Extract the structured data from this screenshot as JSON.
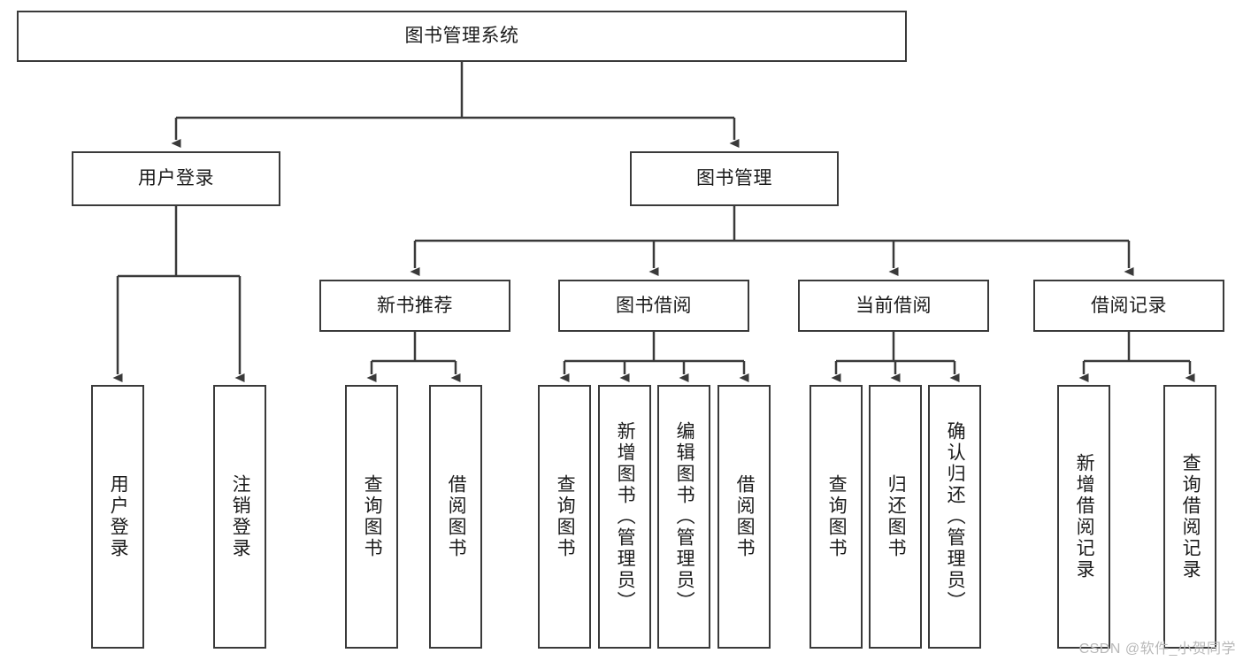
{
  "diagram": {
    "title": "图书管理系统",
    "watermark": "CSDN @软件_小贺同学",
    "stroke_color": "#3a3a3a",
    "text_color": "#1b1b1b",
    "background_color": "#ffffff",
    "nodes": {
      "root": {
        "label": "图书管理系统"
      },
      "level1": [
        {
          "id": "user-login",
          "label": "用户登录"
        },
        {
          "id": "book-management",
          "label": "图书管理"
        }
      ],
      "level2": [
        {
          "id": "new-book-recommend",
          "label": "新书推荐"
        },
        {
          "id": "book-borrow",
          "label": "图书借阅"
        },
        {
          "id": "current-borrow",
          "label": "当前借阅"
        },
        {
          "id": "borrow-record",
          "label": "借阅记录"
        }
      ],
      "leaves": {
        "user_login": [
          {
            "id": "leaf-user-login",
            "label": "用户登录"
          },
          {
            "id": "leaf-logout-login",
            "label": "注销登录"
          }
        ],
        "new_book_recommend": [
          {
            "id": "leaf-query-book-1",
            "label": "查询图书"
          },
          {
            "id": "leaf-borrow-book-1",
            "label": "借阅图书"
          }
        ],
        "book_borrow": [
          {
            "id": "leaf-query-book-2",
            "label": "查询图书"
          },
          {
            "id": "leaf-add-book-admin",
            "label": "新增图书（管理员）"
          },
          {
            "id": "leaf-edit-book-admin",
            "label": "编辑图书（管理员）"
          },
          {
            "id": "leaf-borrow-book-2",
            "label": "借阅图书"
          }
        ],
        "current_borrow": [
          {
            "id": "leaf-query-book-3",
            "label": "查询图书"
          },
          {
            "id": "leaf-return-book",
            "label": "归还图书"
          },
          {
            "id": "leaf-confirm-return-admin",
            "label": "确认归还（管理员）"
          }
        ],
        "borrow_record": [
          {
            "id": "leaf-add-borrow-record",
            "label": "新增借阅记录"
          },
          {
            "id": "leaf-query-borrow-record",
            "label": "查询借阅记录"
          }
        ]
      }
    }
  }
}
